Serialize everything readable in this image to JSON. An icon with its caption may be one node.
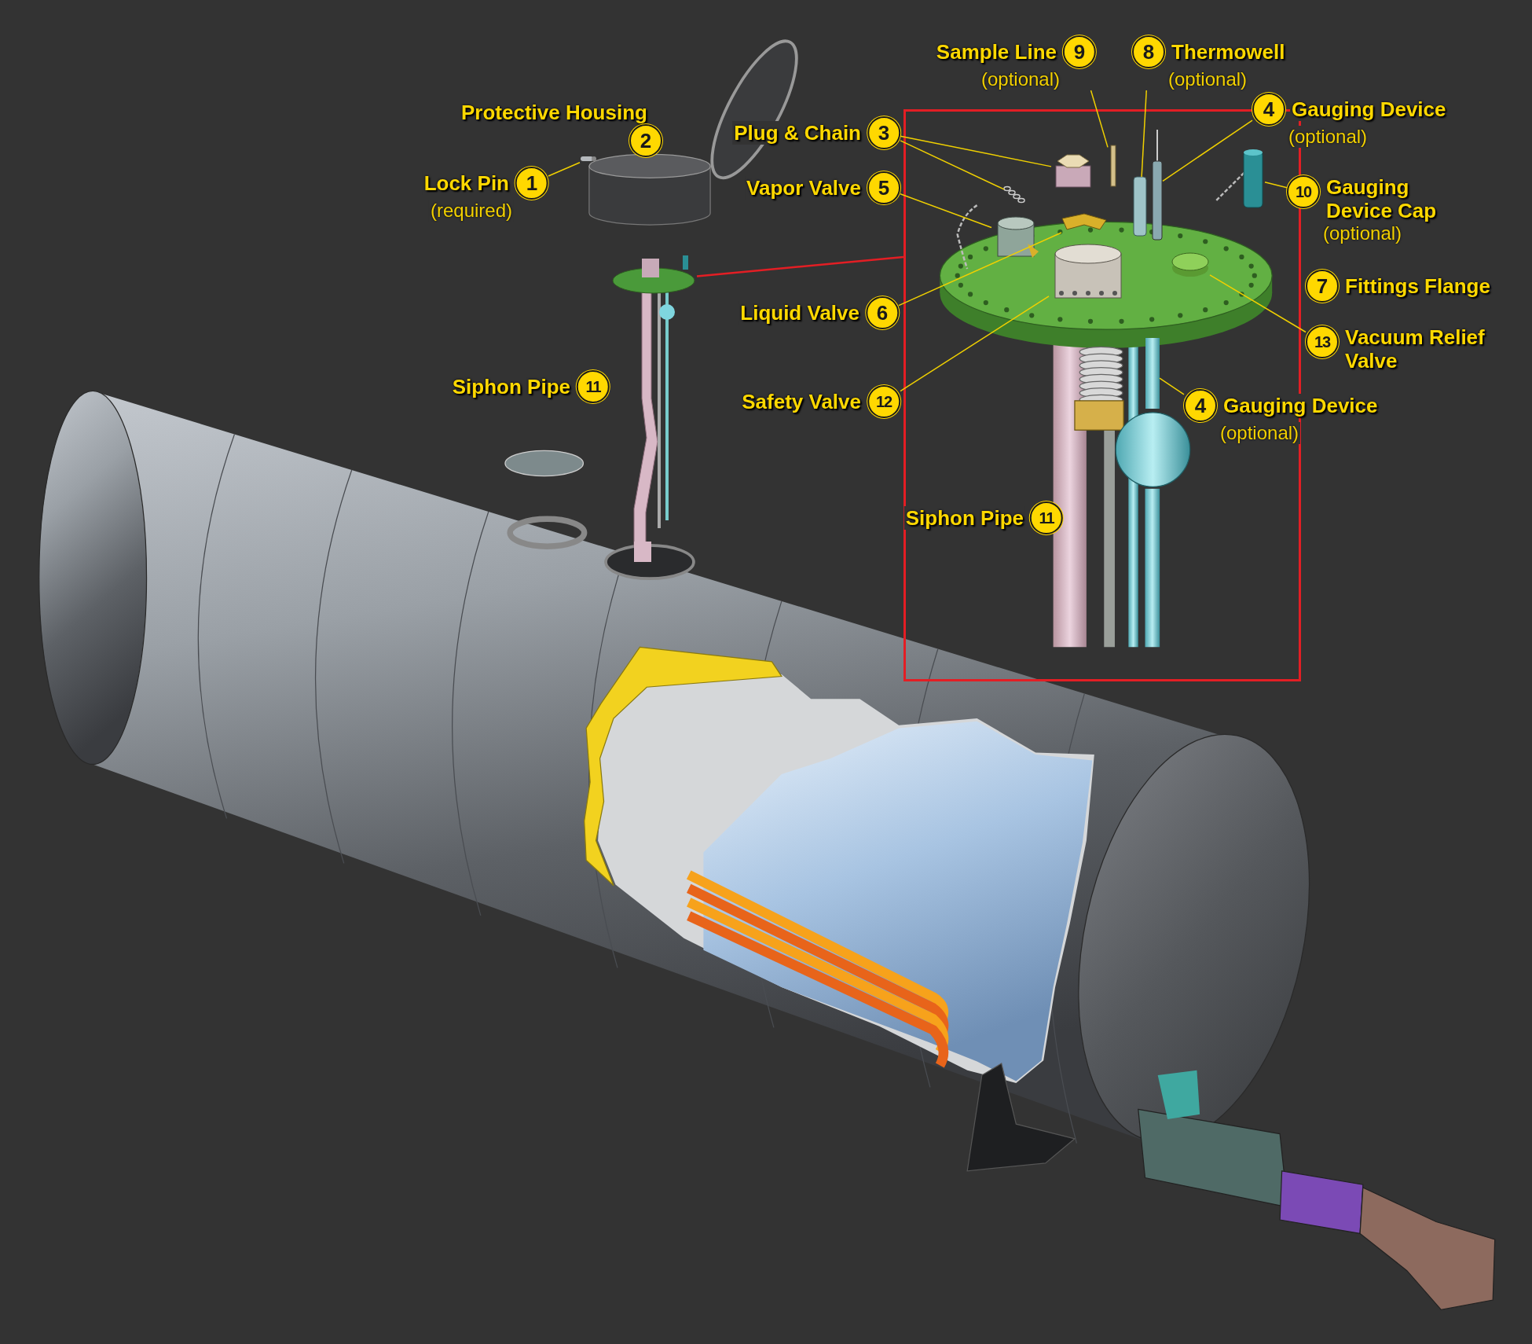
{
  "diagram": {
    "nodes": [
      {
        "text": [
          "Sample Line",
          "9",
          "(optional)"
        ]
      },
      {
        "text": [
          "8",
          "Thermowell",
          "(optional)"
        ]
      },
      {
        "text": [
          "Protective Housing",
          "2"
        ]
      },
      {
        "text": [
          "4",
          "Gauging Device",
          "(optional)"
        ]
      },
      {
        "text": [],
        "shape": "box"
      },
      {
        "text": [
          "Plug & Chain",
          "3"
        ]
      },
      {
        "text": [
          "Lock Pin",
          "1",
          "(required)"
        ]
      },
      {
        "text": [
          "Vapor Valve",
          "5"
        ]
      },
      {
        "text": [
          "10",
          "Gauging Device Cap",
          "(optional)"
        ]
      },
      {
        "text": [
          "7",
          "Fittings Flange"
        ]
      },
      {
        "text": [
          "Liquid Valve",
          "6"
        ]
      },
      {
        "text": [
          "13",
          "Vacuum Relief Valve"
        ]
      },
      {
        "text": [
          "Siphon Pipe",
          "11"
        ]
      },
      {
        "text": [
          "Safety Valve",
          "12"
        ]
      },
      {
        "text": [
          "4",
          "Gauging Device",
          "(optional)"
        ]
      },
      {
        "text": [
          "Siphon Pipe",
          "11"
        ],
        "in": 4
      },
      {
        "text": [],
        "shape": "bar"
      },
      {
        "text": [],
        "shape": "picture"
      },
      {
        "text": [],
        "shape": "cylinder",
        "in": 4
      },
      {
        "text": [],
        "shape": "picture",
        "in": 4
      },
      {
        "text": [],
        "shape": "picture",
        "in": 4
      },
      {
        "text": [],
        "shape": "picture",
        "in": 4
      },
      {
        "text": [],
        "shape": "picture",
        "in": 4
      },
      {
        "text": [],
        "shape": "cylinder",
        "in": 4
      },
      {
        "text": [],
        "shape": "cylinder",
        "in": 4
      },
      {
        "text": [],
        "shape": "cylinder",
        "in": 4
      },
      {
        "text": [],
        "shape": "cylinder",
        "in": 4
      },
      {
        "text": [],
        "shape": "cylinder",
        "in": 4
      },
      {
        "text": [],
        "shape": "picture",
        "in": 4
      }
    ],
    "edges": [
      {
        "from": 6,
        "to": 16,
        "arrow": "none"
      },
      {
        "from": 5,
        "to": 18,
        "arrow": "none"
      },
      {
        "from": 5,
        "to": 19,
        "arrow": "none"
      },
      {
        "from": 7,
        "to": 20,
        "arrow": "none"
      },
      {
        "from": 10,
        "to": 21,
        "arrow": "none"
      },
      {
        "from": 13,
        "to": 22,
        "arrow": "none"
      },
      {
        "from": 0,
        "to": 23,
        "arrow": "none"
      },
      {
        "from": 1,
        "to": 24,
        "arrow": "none"
      },
      {
        "from": 3,
        "to": 25,
        "arrow": "none"
      },
      {
        "from": 8,
        "to": 26,
        "arrow": "none"
      },
      {
        "from": 11,
        "to": 27,
        "arrow": "none"
      },
      {
        "from": 14,
        "to": 28,
        "arrow": "none"
      },
      {
        "from": 17,
        "to": 4,
        "arrow": "none",
        "color": "#e31e24"
      }
    ]
  }
}
